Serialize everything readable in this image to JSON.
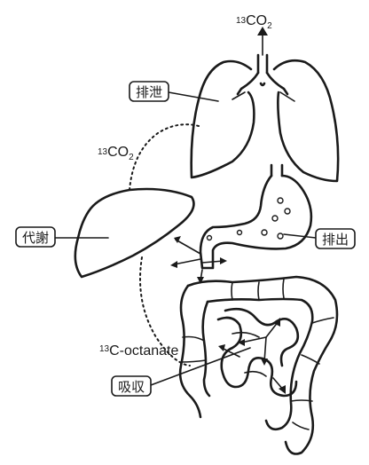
{
  "labels": {
    "excretion": "排泄",
    "metabolism": "代謝",
    "gastric_emptying": "排出",
    "absorption": "吸収"
  },
  "formulas": {
    "co2_top": {
      "isotope": "13",
      "base": "CO",
      "subscript": "2"
    },
    "co2_mid": {
      "isotope": "13",
      "base": "CO",
      "subscript": "2"
    },
    "octanate": {
      "isotope": "13",
      "base": "C-octanate"
    }
  }
}
